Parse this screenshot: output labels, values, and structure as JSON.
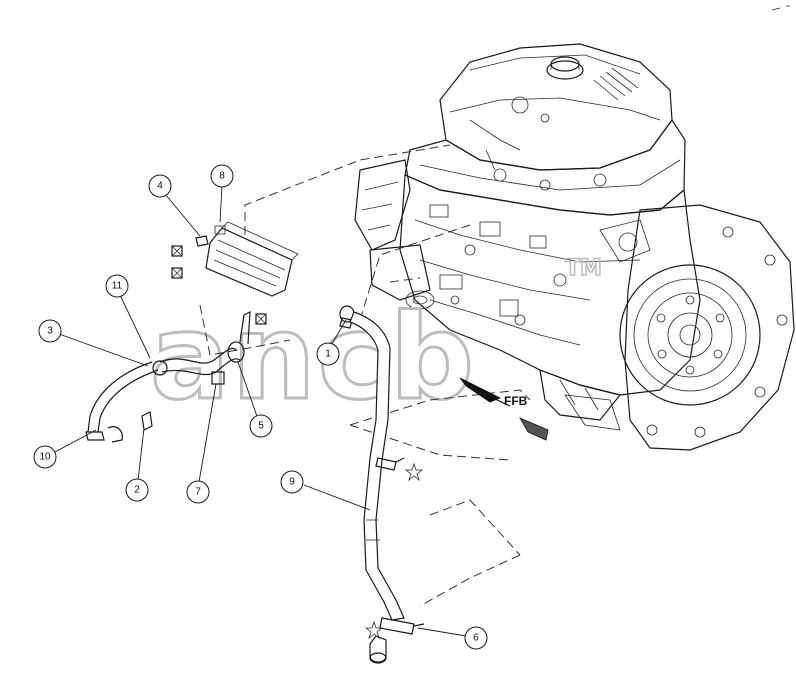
{
  "diagram": {
    "watermark_text": "ancb",
    "watermark_trademark": "TM",
    "direction_label": "FFB",
    "callouts": [
      "1",
      "2",
      "3",
      "4",
      "5",
      "6",
      "7",
      "8",
      "9",
      "10",
      "11"
    ]
  }
}
